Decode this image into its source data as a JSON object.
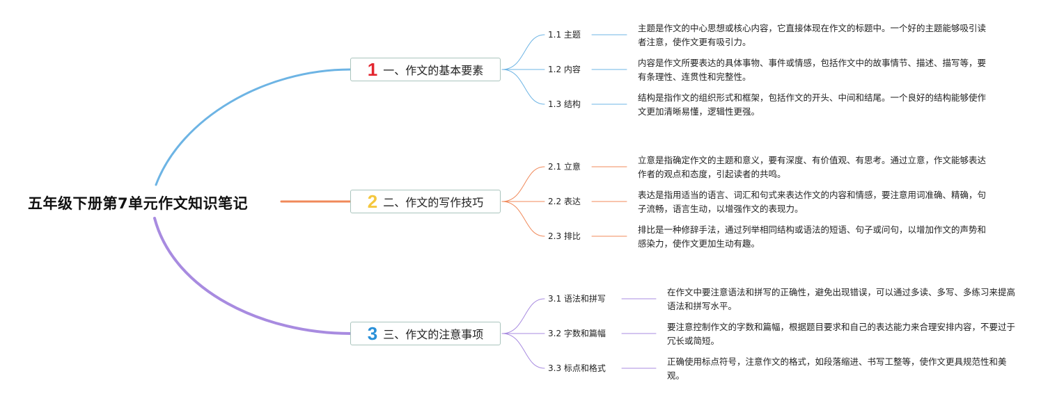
{
  "root": {
    "title": "五年级下册第7单元作文知识笔记"
  },
  "branches": [
    {
      "number": "1",
      "label": "一、作文的基本要素",
      "color": "#6db4e4",
      "number_color": "#e3262f",
      "items": [
        {
          "label": "1.1 主题",
          "text": "主题是作文的中心思想或核心内容，它直接体现在作文的标题中。一个好的主题能够吸引读者注意，使作文更有吸引力。"
        },
        {
          "label": "1.2 内容",
          "text": "内容是作文所要表达的具体事物、事件或情感，包括作文中的故事情节、描述、描写等，要有条理性、连贯性和完整性。"
        },
        {
          "label": "1.3 结构",
          "text": "结构是指作文的组织形式和框架，包括作文的开头、中间和结尾。一个良好的结构能够使作文更加清晰易懂，逻辑性更强。"
        }
      ]
    },
    {
      "number": "2",
      "label": "二、作文的写作技巧",
      "color": "#f0895a",
      "number_color": "#f4c73e",
      "items": [
        {
          "label": "2.1 立意",
          "text": "立意是指确定作文的主题和意义，要有深度、有价值观、有思考。通过立意，作文能够表达作者的观点和态度，引起读者的共鸣。"
        },
        {
          "label": "2.2 表达",
          "text": "表达是指用适当的语言、词汇和句式来表达作文的内容和情感，要注意用词准确、精确，句子流畅，语言生动，以增强作文的表现力。"
        },
        {
          "label": "2.3 排比",
          "text": "排比是一种修辞手法，通过列举相同结构或语法的短语、句子或问句，以增加作文的声势和感染力，使作文更加生动有趣。"
        }
      ]
    },
    {
      "number": "3",
      "label": "三、作文的注意事项",
      "color": "#a88be0",
      "number_color": "#2a90d8",
      "items": [
        {
          "label": "3.1 语法和拼写",
          "text": "在作文中要注意语法和拼写的正确性，避免出现错误，可以通过多读、多写、多练习来提高语法和拼写水平。"
        },
        {
          "label": "3.2 字数和篇幅",
          "text": "要注意控制作文的字数和篇幅，根据题目要求和自己的表达能力来合理安排内容，不要过于冗长或简短。"
        },
        {
          "label": "3.3 标点和格式",
          "text": "正确使用标点符号，注意作文的格式，如段落缩进、书写工整等，使作文更具规范性和美观。"
        }
      ]
    }
  ]
}
